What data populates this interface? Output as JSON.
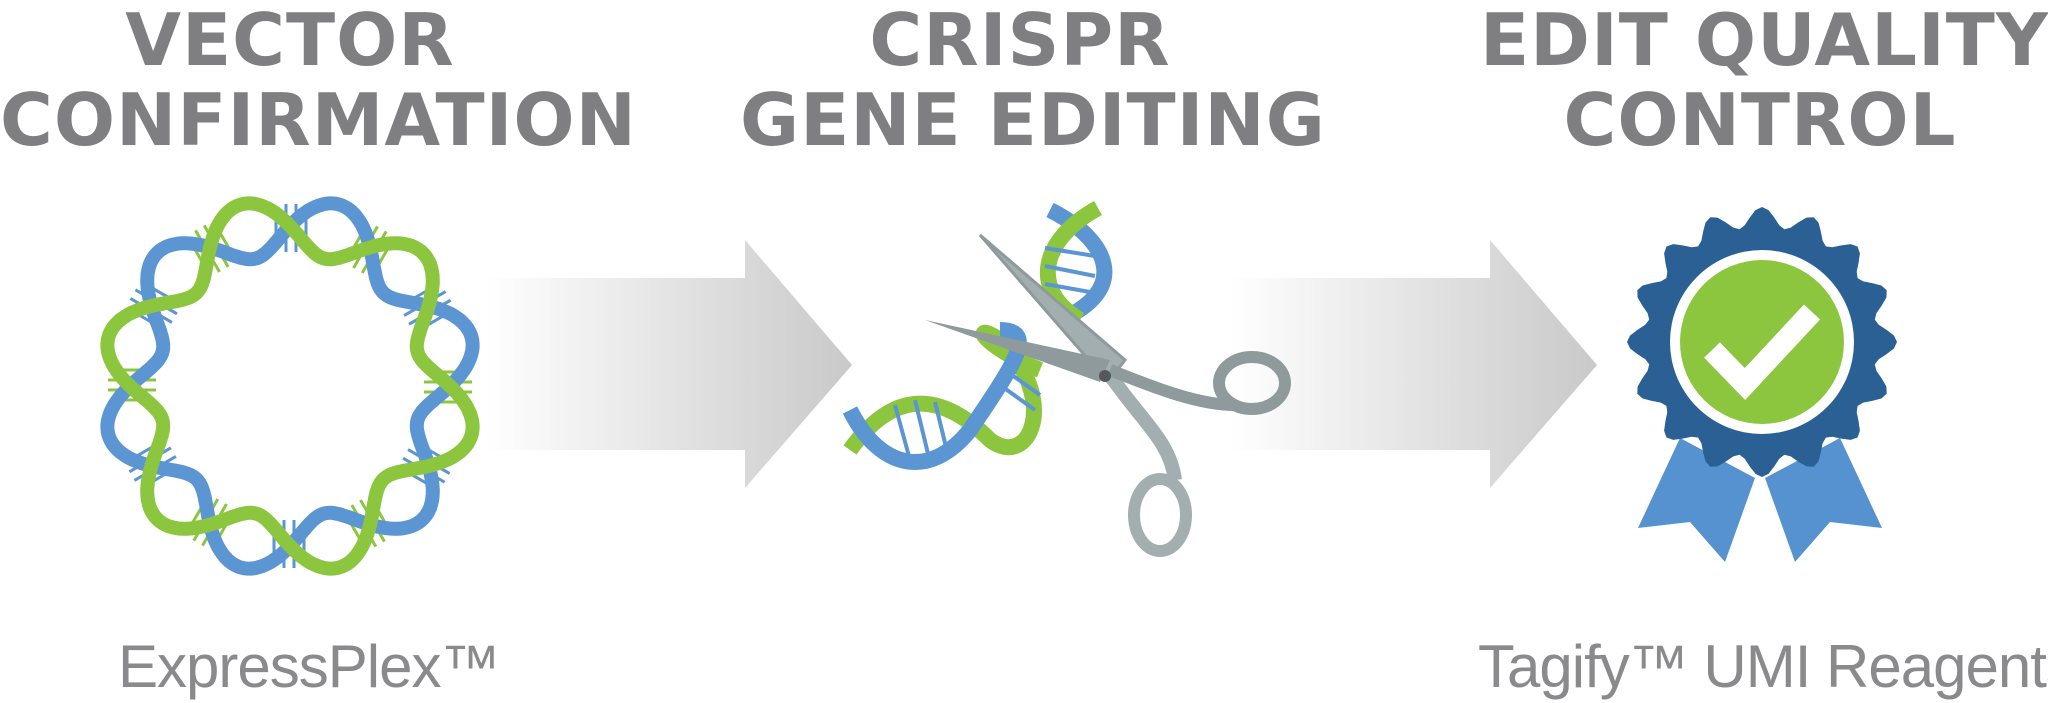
{
  "steps": [
    {
      "title_line1": "VECTOR",
      "title_line2": "CONFIRMATION",
      "caption": "ExpressPlex™",
      "icon": "circular-dna-icon"
    },
    {
      "title_line1": "CRISPR",
      "title_line2": "GENE EDITING",
      "caption": "",
      "icon": "scissors-cutting-dna-icon"
    },
    {
      "title_line1": "EDIT QUALITY",
      "title_line2": "CONTROL",
      "caption": "Tagify™ UMI Reagents",
      "icon": "award-ribbon-check-icon"
    }
  ],
  "colors": {
    "title_gray": "#7f7f81",
    "dna_blue": "#5b96d3",
    "dna_green": "#8cc63f",
    "scissors_gray": "#a2aeb0",
    "badge_navy": "#2a6094",
    "ribbon_blue": "#5592cf",
    "arrow_gray": "#cfcfd0"
  }
}
